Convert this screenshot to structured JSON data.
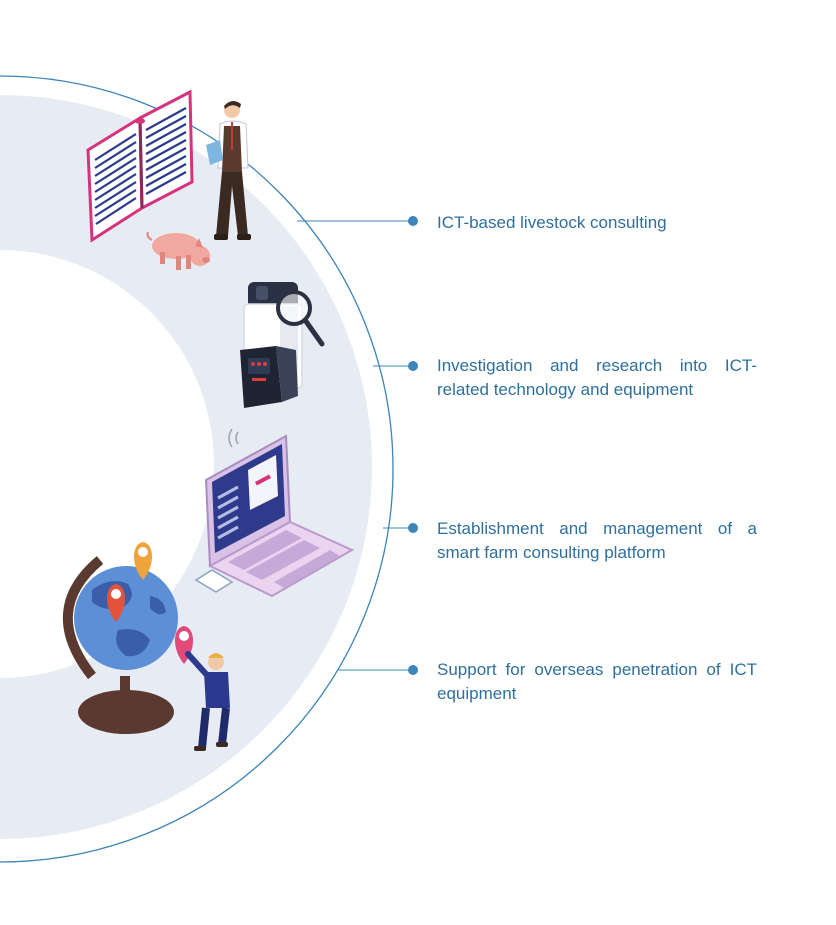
{
  "colors": {
    "background": "#ffffff",
    "band": "#e7ecf4",
    "ring": "#3d84b8",
    "text": "#2f6f9e",
    "dot": "#3d84b8"
  },
  "items": [
    {
      "label": "ICT-based livestock consulting",
      "icon": "consultant-with-book-and-pig-icon"
    },
    {
      "label": "Investigation and research into ICT-related technology and equipment",
      "icon": "sensor-device-magnifier-icon"
    },
    {
      "label": "Establishment and management of a smart farm consulting platform",
      "icon": "laptop-platform-icon"
    },
    {
      "label": "Support for overseas penetration of ICT equipment",
      "icon": "globe-with-location-pins-icon"
    }
  ]
}
